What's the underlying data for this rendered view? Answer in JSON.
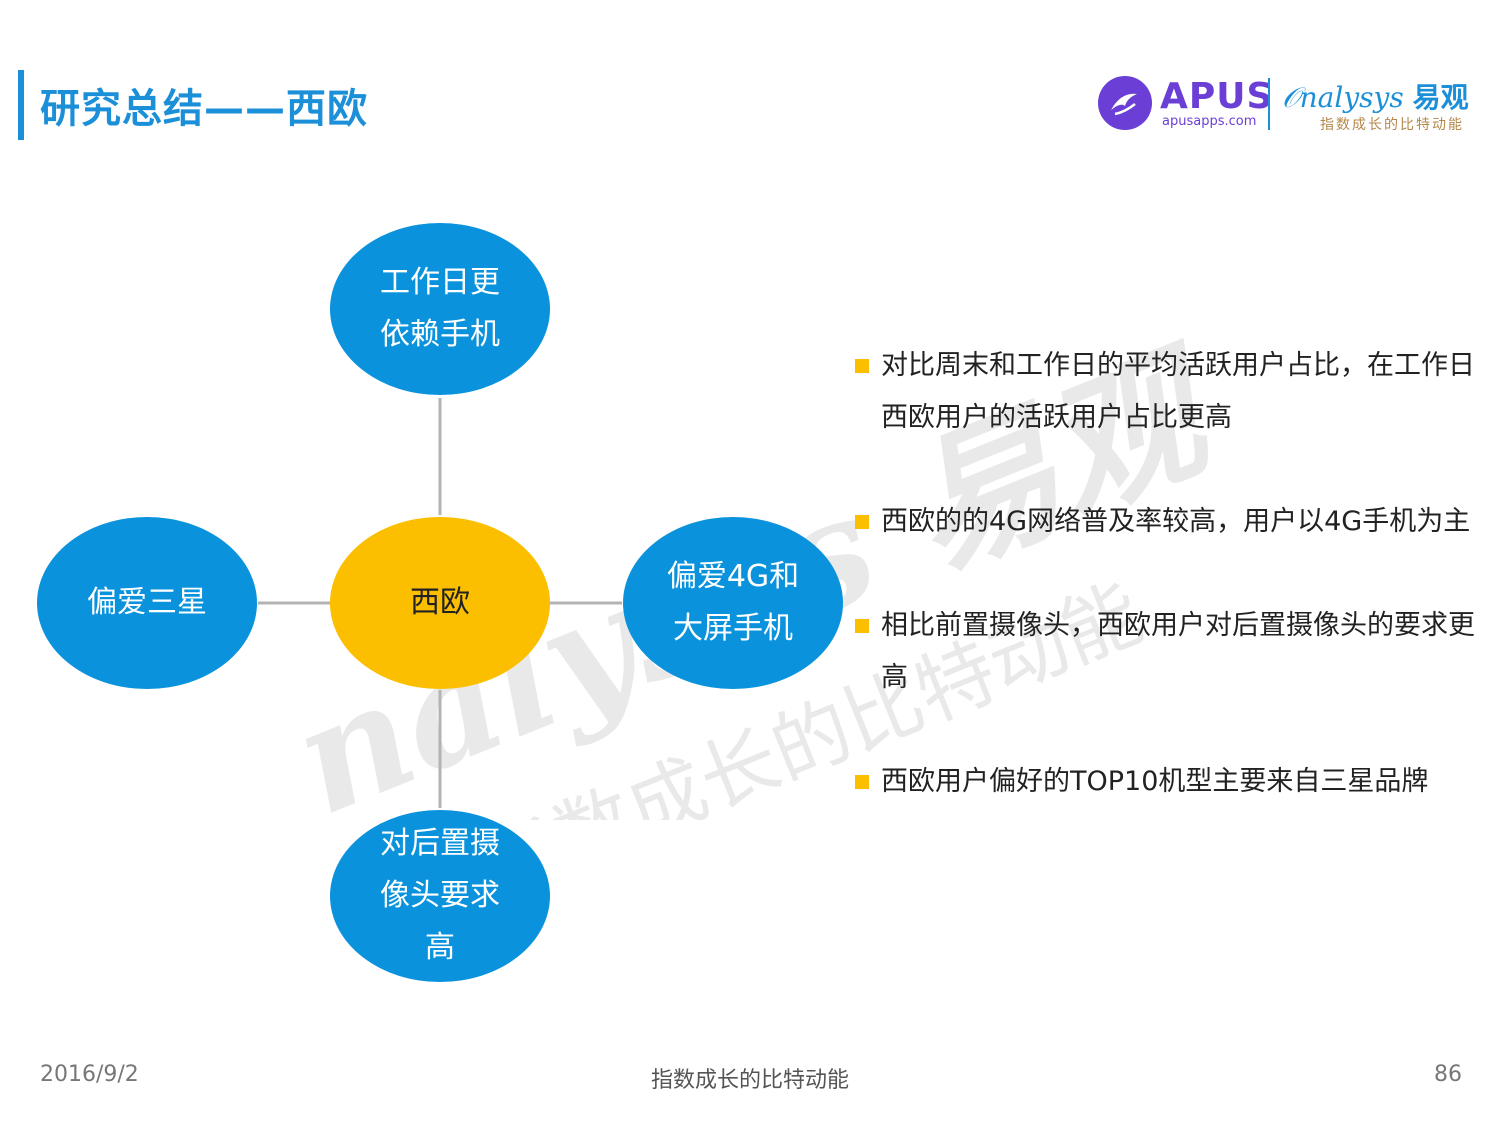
{
  "header": {
    "title": "研究总结——西欧"
  },
  "logo": {
    "apus_name": "APUS",
    "apus_url": "apusapps.com",
    "analysys_name": "nalysys",
    "analysys_cn": "易观",
    "tagline": "指数成长的比特动能"
  },
  "diagram": {
    "center": {
      "label": "西欧"
    },
    "top": {
      "lines": [
        "工作日更",
        "依赖手机"
      ]
    },
    "left": {
      "lines": [
        "偏爱三星"
      ]
    },
    "right": {
      "lines": [
        "偏爱4G和",
        "大屏手机"
      ]
    },
    "bottom": {
      "lines": [
        "对后置摄",
        "像头要求",
        "高"
      ]
    },
    "colors": {
      "satellite": "#0a93dc",
      "center": "#fbbf00",
      "connector": "#b3b3b3"
    }
  },
  "bullets": [
    {
      "text": "对比周末和工作日的平均活跃用户占比，在工作日西欧用户的活跃用户占比更高"
    },
    {
      "text": "西欧的的4G网络普及率较高，用户以4G手机为主"
    },
    {
      "text": "相比前置摄像头，西欧用户对后置摄像头的要求更高"
    },
    {
      "text": "西欧用户偏好的TOP10机型主要来自三星品牌"
    }
  ],
  "watermark": {
    "brand": "nalysys 易观",
    "tagline": "指数成长的比特动能"
  },
  "footer": {
    "date": "2016/9/2",
    "tagline": "指数成长的比特动能",
    "page": "86"
  }
}
